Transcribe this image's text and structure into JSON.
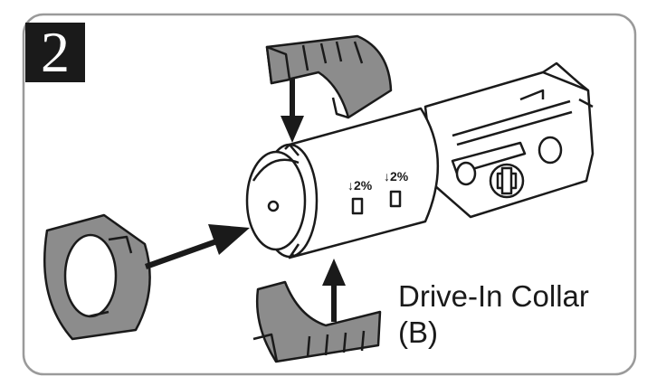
{
  "step": {
    "number": "2"
  },
  "caption": {
    "line1": "Drive-In Collar",
    "line2": "(B)"
  },
  "markings": {
    "left": "↓2%",
    "right": "↓2%"
  },
  "colors": {
    "ink": "#1a1a1a",
    "grey": "#8c8c8c",
    "light": "#f2f2f2",
    "border": "#9a9a9a"
  }
}
